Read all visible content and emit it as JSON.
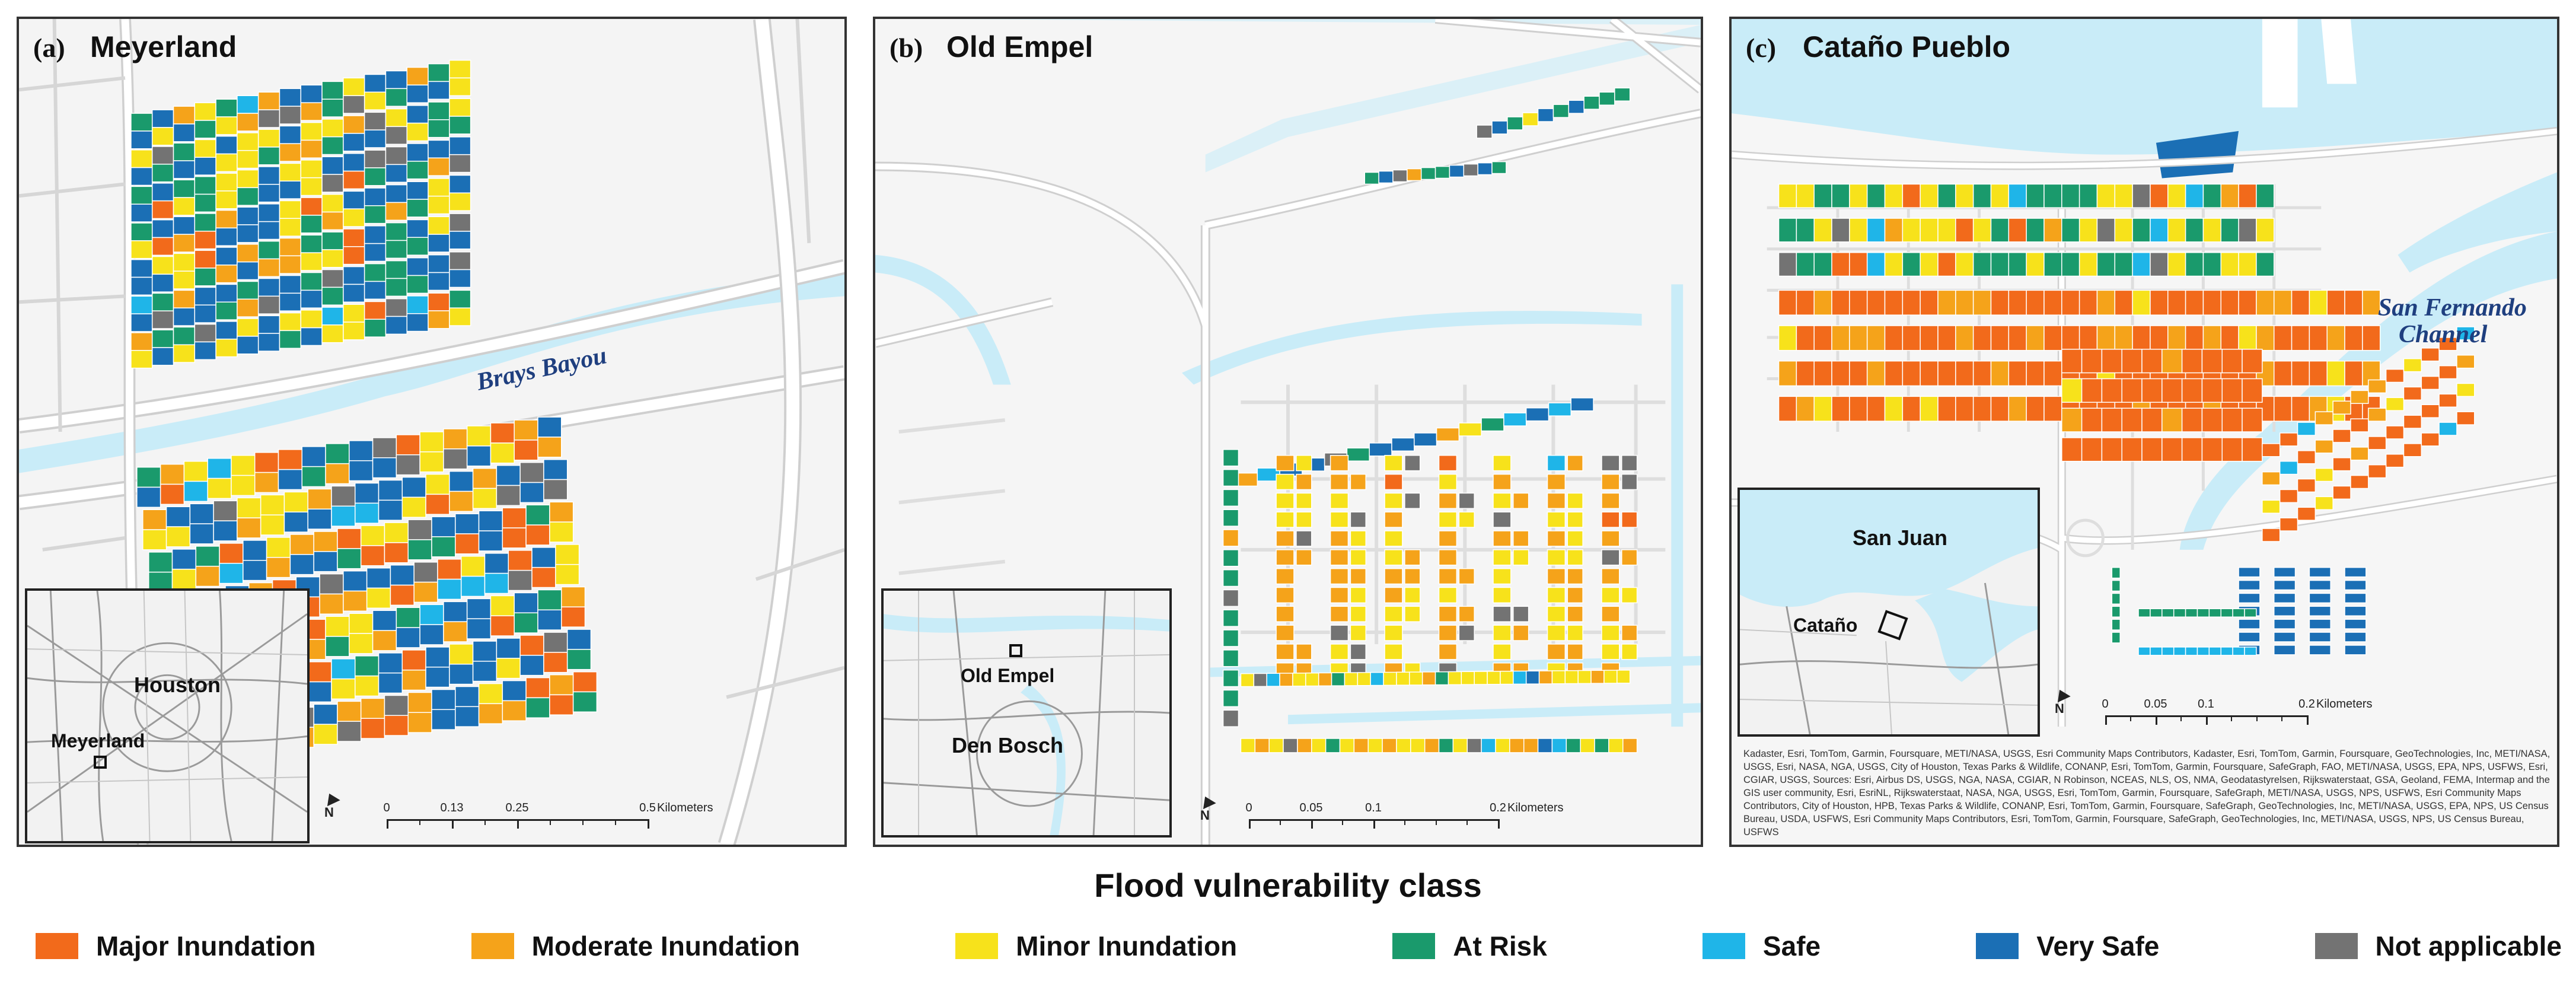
{
  "panels": [
    {
      "label": "(a)",
      "title": "Meyerland",
      "water_label": "Brays Bayou",
      "inset_labels": [
        "Houston",
        "Meyerland"
      ],
      "scale": {
        "ticks": [
          "0",
          "0.13",
          "0.25",
          "0.5"
        ],
        "unit": "Kilometers"
      },
      "north": "N"
    },
    {
      "label": "(b)",
      "title": "Old Empel",
      "inset_labels": [
        "Old Empel",
        "Den Bosch"
      ],
      "scale": {
        "ticks": [
          "0",
          "0.05",
          "0.1",
          "0.2"
        ],
        "unit": "Kilometers"
      },
      "north": "N"
    },
    {
      "label": "(c)",
      "title": "Cataño Pueblo",
      "water_label_1": "San Fernando",
      "water_label_2": "Channel",
      "inset_labels": [
        "San Juan",
        "Cataño"
      ],
      "scale": {
        "ticks": [
          "0",
          "0.05",
          "0.1",
          "0.2"
        ],
        "unit": "Kilometers"
      },
      "north": "N",
      "attribution": "Kadaster, Esri, TomTom, Garmin, Foursquare, METI/NASA, USGS, Esri Community Maps Contributors, Kadaster, Esri, TomTom, Garmin, Foursquare, GeoTechnologies, Inc, METI/NASA, USGS, Esri, NASA, NGA, USGS, City of Houston, Texas Parks & Wildlife, CONANP, Esri, TomTom, Garmin, Foursquare, SafeGraph, FAO, METI/NASA, USGS, EPA, NPS, USFWS, Esri, CGIAR, USGS, Sources: Esri, Airbus DS, USGS, NGA, NASA, CGIAR, N Robinson, NCEAS, NLS, OS, NMA, Geodatastyrelsen, Rijkswaterstaat, GSA, Geoland, FEMA, Intermap and the GIS user community, Esri, EsriNL, Rijkswaterstaat, NASA, NGA, USGS, Esri, TomTom, Garmin, Foursquare, SafeGraph, METI/NASA, USGS, NPS, USFWS, Esri Community Maps Contributors, City of Houston, HPB, Texas Parks & Wildlife, CONANP, Esri, TomTom, Garmin, Foursquare, SafeGraph, GeoTechnologies, Inc, METI/NASA, USGS, EPA, NPS, US Census Bureau, USDA, USFWS, Esri Community Maps Contributors, Esri, TomTom, Garmin, Foursquare, SafeGraph, GeoTechnologies, Inc, METI/NASA, USGS, NPS, US Census Bureau, USFWS"
    }
  ],
  "legend": {
    "title": "Flood vulnerability class",
    "items": [
      {
        "label": "Major Inundation",
        "color": "#f26a1b"
      },
      {
        "label": "Moderate Inundation",
        "color": "#f5a31a"
      },
      {
        "label": "Minor Inundation",
        "color": "#f7e21b"
      },
      {
        "label": "At Risk",
        "color": "#1a9a6c"
      },
      {
        "label": "Safe",
        "color": "#1fb5e8"
      },
      {
        "label": "Very Safe",
        "color": "#1b6fb5"
      },
      {
        "label": "Not applicable",
        "color": "#737373"
      }
    ]
  },
  "colors": {
    "water": "#c9ecf8",
    "road": "#ffffff",
    "road_outline": "#c8c8c8",
    "land": "#f4f4f4"
  }
}
